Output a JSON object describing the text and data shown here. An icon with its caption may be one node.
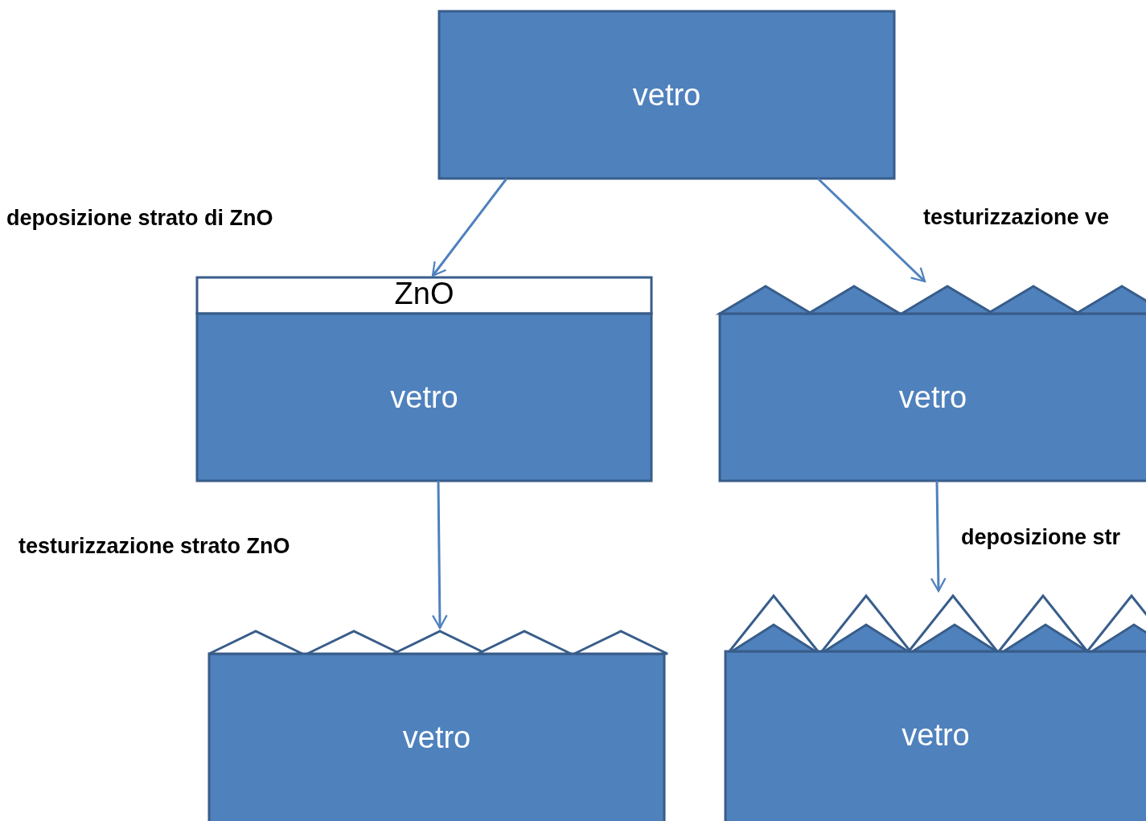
{
  "diagram": {
    "nodes": [
      {
        "text": [
          "vetro"
        ]
      },
      {
        "text": [
          "ZnO"
        ]
      },
      {
        "text": [
          "vetro"
        ]
      },
      {
        "text": [
          "vetro"
        ]
      },
      {
        "text": [
          "vetro"
        ]
      },
      {
        "text": [
          "vetro"
        ]
      }
    ],
    "edges": [
      {
        "from": 0,
        "to": 1,
        "arrow": "to"
      },
      {
        "from": 0,
        "to": 3,
        "arrow": "to"
      },
      {
        "from": 2,
        "to": 4,
        "arrow": "to"
      },
      {
        "from": 3,
        "to": 5,
        "arrow": "to"
      }
    ],
    "labels": [
      "deposizione strato di ZnO",
      "testurizzazione ve",
      "testurizzazione strato ZnO",
      "deposizione str"
    ]
  }
}
